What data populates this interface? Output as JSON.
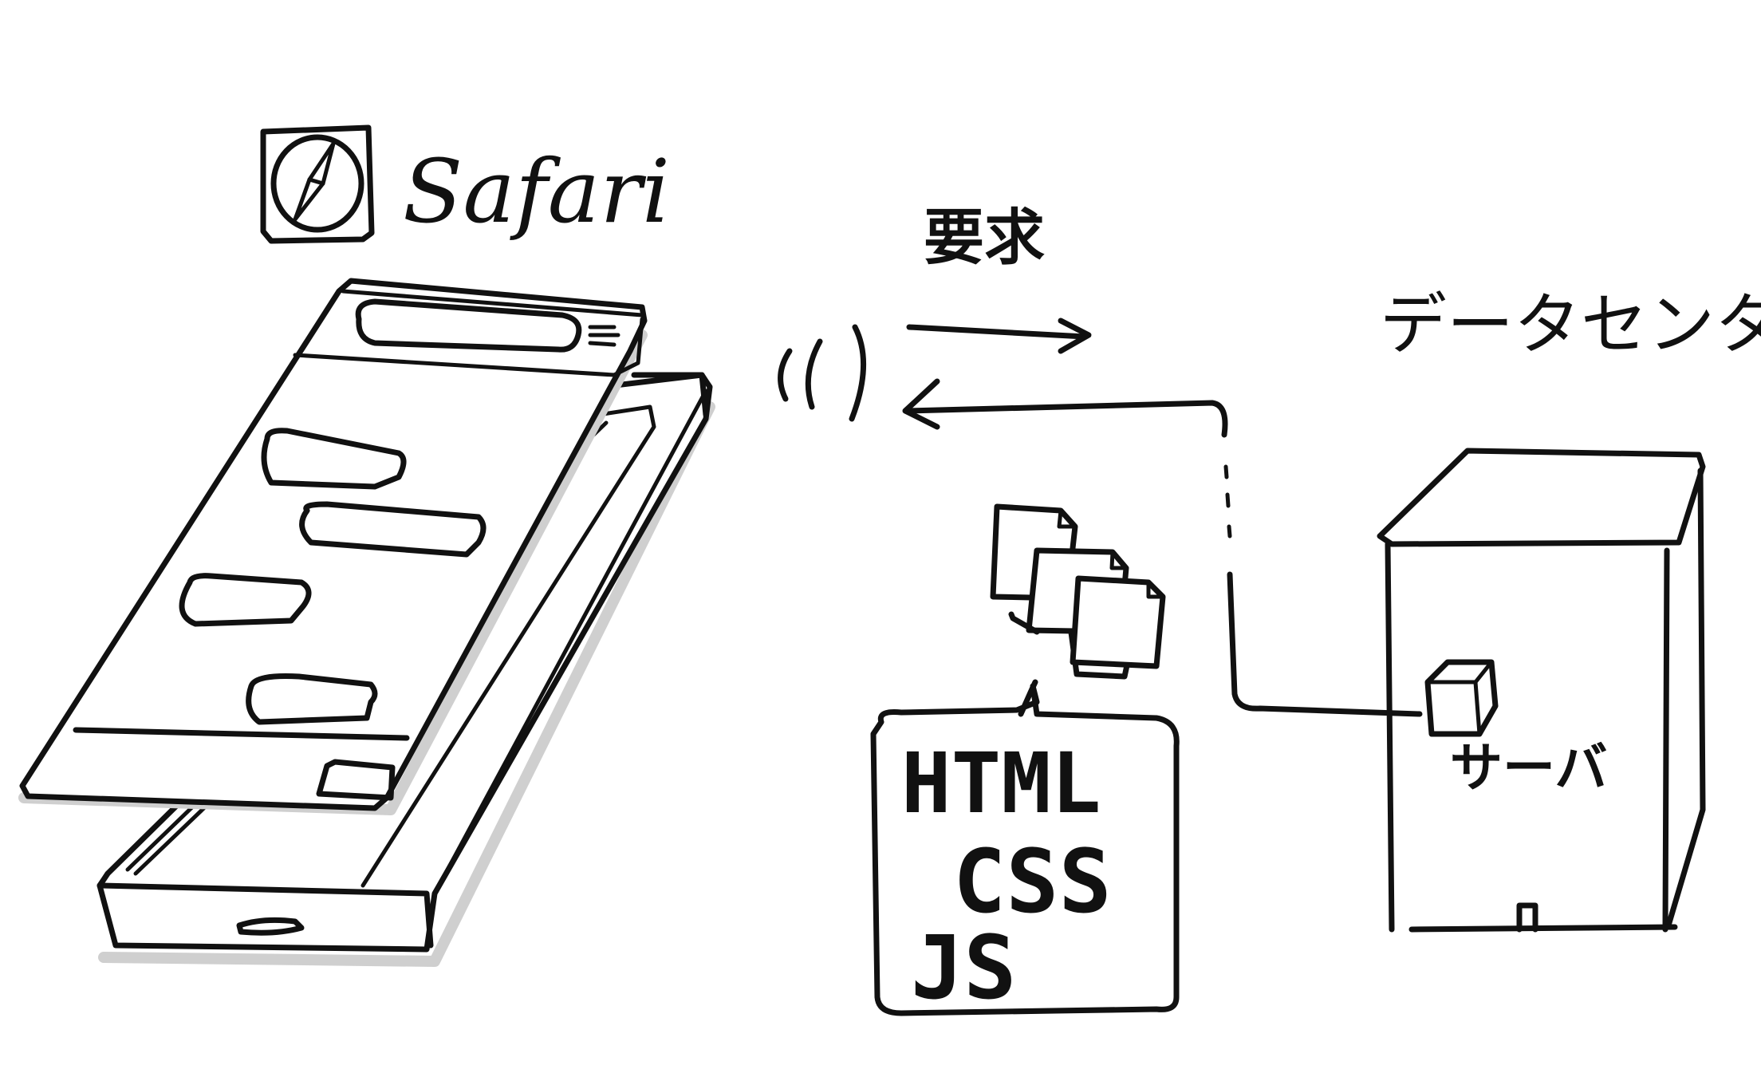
{
  "labels": {
    "browser": "Safari",
    "request": "要求",
    "datacenter": "データセンター",
    "server": "サーバ"
  },
  "files": {
    "technologies": [
      "HTML",
      "CSS",
      "JS"
    ]
  },
  "icons": {
    "browser_icon": "compass-icon",
    "signal_icon": "wifi-waves-icon",
    "document_icon": "document-stack-icon",
    "server_icon": "server-cube-icon"
  },
  "colors": {
    "ink": "#111111",
    "shadow": "#cfcfcf",
    "background": "#ffffff"
  }
}
